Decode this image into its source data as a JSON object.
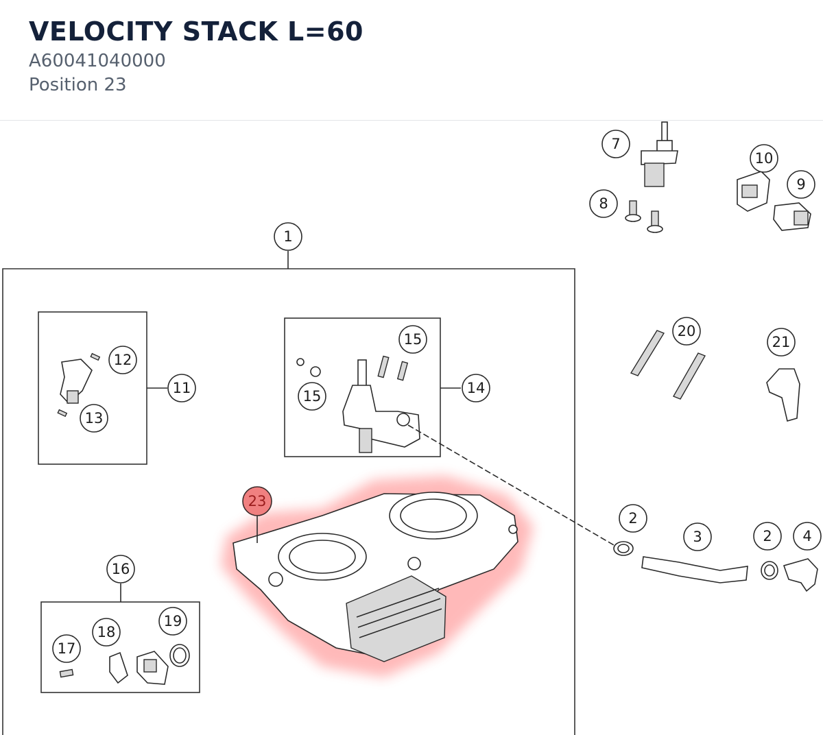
{
  "header": {
    "title": "VELOCITY STACK L=60",
    "part_number": "A60041040000",
    "position": "Position 23"
  },
  "colors": {
    "title": "#14213a",
    "subtitle": "#56606e",
    "highlight": "#ff5a5a",
    "highlight_label": "#9a1c1c"
  },
  "callouts": {
    "c1": "1",
    "c2a": "2",
    "c2b": "2",
    "c3": "3",
    "c4": "4",
    "c7": "7",
    "c8": "8",
    "c9": "9",
    "c10": "10",
    "c11": "11",
    "c12": "12",
    "c13": "13",
    "c14": "14",
    "c15a": "15",
    "c15b": "15",
    "c16": "16",
    "c17": "17",
    "c18": "18",
    "c19": "19",
    "c20": "20",
    "c21": "21",
    "c23": "23"
  },
  "highlighted_position": "23"
}
